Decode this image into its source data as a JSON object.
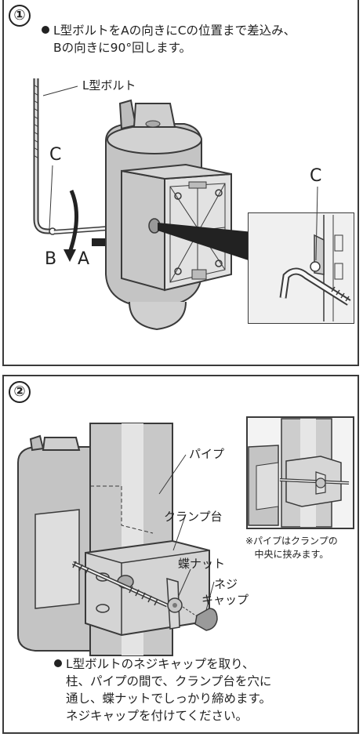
{
  "step1": {
    "number": "①",
    "instruction_line1": "L型ボルトをAの向きにCの位置まで差込み、",
    "instruction_line2": "Bの向きに90°回します。",
    "label_bolt": "L型ボルト",
    "label_c": "C",
    "label_b": "B",
    "label_a": "A",
    "label_c_inset": "C"
  },
  "step2": {
    "number": "②",
    "label_pipe": "パイプ",
    "label_clamp": "クランプ台",
    "label_wingnut": "蝶ナット",
    "label_screwcap_1": "ネジ",
    "label_screwcap_2": "キャップ",
    "note_line1": "※パイプはクランプの",
    "note_line2": "中央に挟みます。",
    "instruction_line1": "L型ボルトのネジキャップを取り、",
    "instruction_line2": "柱、パイプの間で、クランプ台を穴に",
    "instruction_line3": "通し、蝶ナットでしっかり締めます。",
    "instruction_line4": "ネジキャップを付けてください。"
  },
  "colors": {
    "outline": "#3a3a3a",
    "shade": "#bdbdbd",
    "light": "#d9d9d9"
  }
}
